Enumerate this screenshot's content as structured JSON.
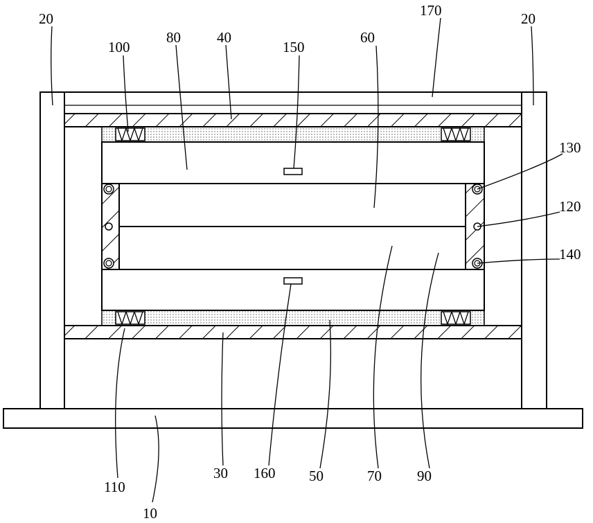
{
  "labels": {
    "base": "10",
    "post_left": "20",
    "post_right": "20",
    "bottom_plate": "30",
    "top_plate": "40",
    "dotted_layer": "50",
    "middle_block": "60",
    "lower_block": "70",
    "upper_block": "80",
    "side_part": "90",
    "spring_top": "100",
    "spring_bottom": "110",
    "hinge": "120",
    "roller_top": "130",
    "roller_bottom": "140",
    "sensor_top": "150",
    "sensor_bottom": "160",
    "top_beam": "170"
  }
}
